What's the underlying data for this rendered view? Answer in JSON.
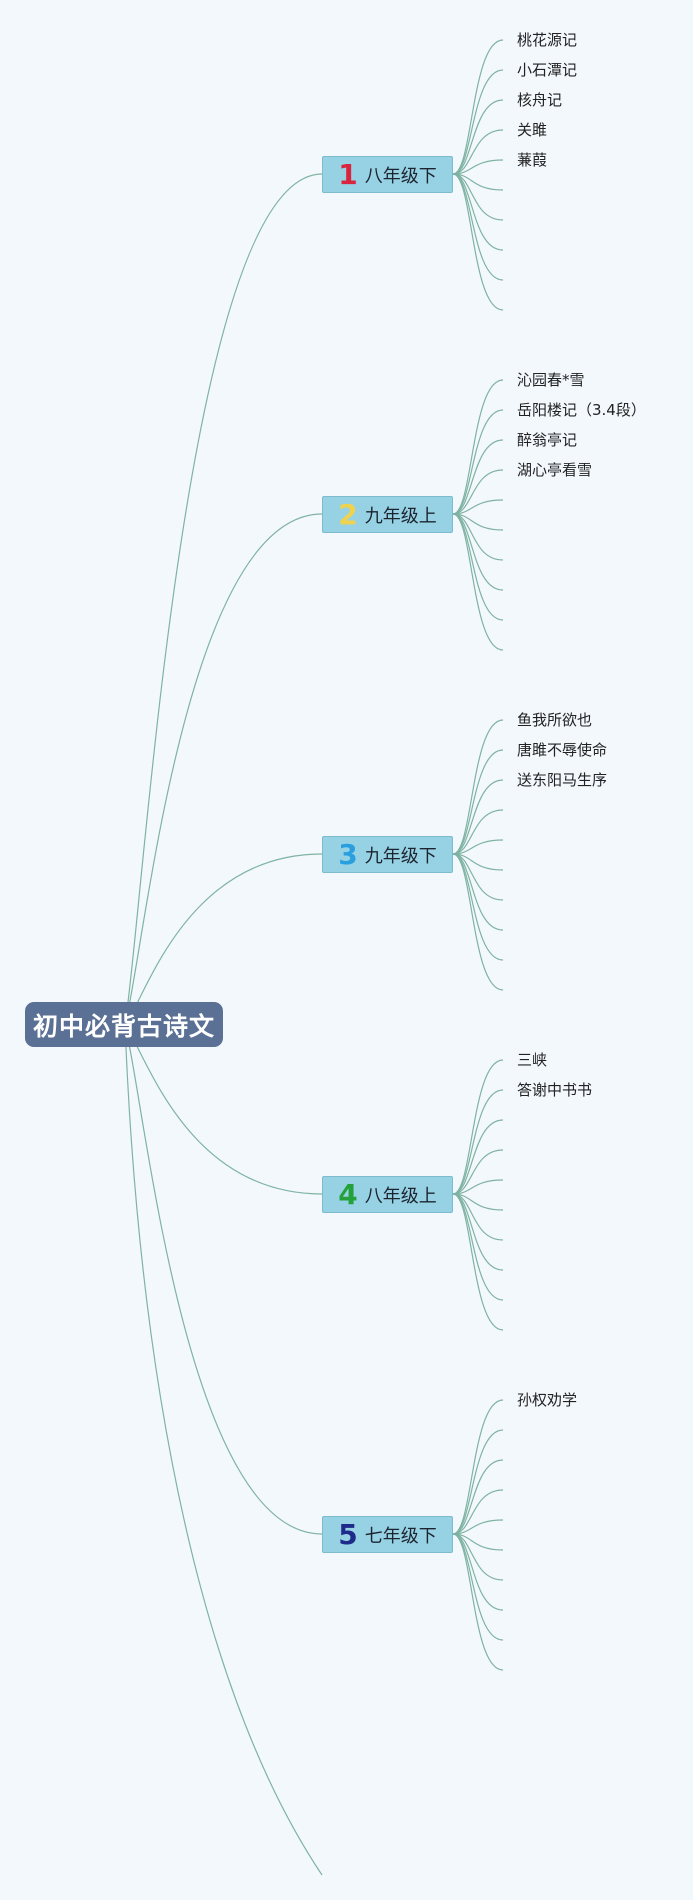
{
  "root": {
    "label": "初中必背古诗文"
  },
  "link_color": "#7fb3a1",
  "branches": [
    {
      "badge": "1",
      "badge_color": "#d9243d",
      "label": "八年级下",
      "items": [
        "桃花源记",
        "小石潭记",
        "核舟记",
        "关雎",
        "蒹葭"
      ],
      "slots": 10
    },
    {
      "badge": "2",
      "badge_color": "#f1d24c",
      "label": "九年级上",
      "items": [
        "沁园春*雪",
        "岳阳楼记（3.4段）",
        "醉翁亭记",
        "湖心亭看雪"
      ],
      "slots": 10
    },
    {
      "badge": "3",
      "badge_color": "#2a9fe0",
      "label": "九年级下",
      "items": [
        "鱼我所欲也",
        "唐雎不辱使命",
        "送东阳马生序"
      ],
      "slots": 10
    },
    {
      "badge": "4",
      "badge_color": "#24a13c",
      "label": "八年级上",
      "items": [
        "三峡",
        "答谢中书书"
      ],
      "slots": 10
    },
    {
      "badge": "5",
      "badge_color": "#1f2a8a",
      "label": "七年级下",
      "items": [
        "孙权劝学"
      ],
      "slots": 10
    }
  ]
}
